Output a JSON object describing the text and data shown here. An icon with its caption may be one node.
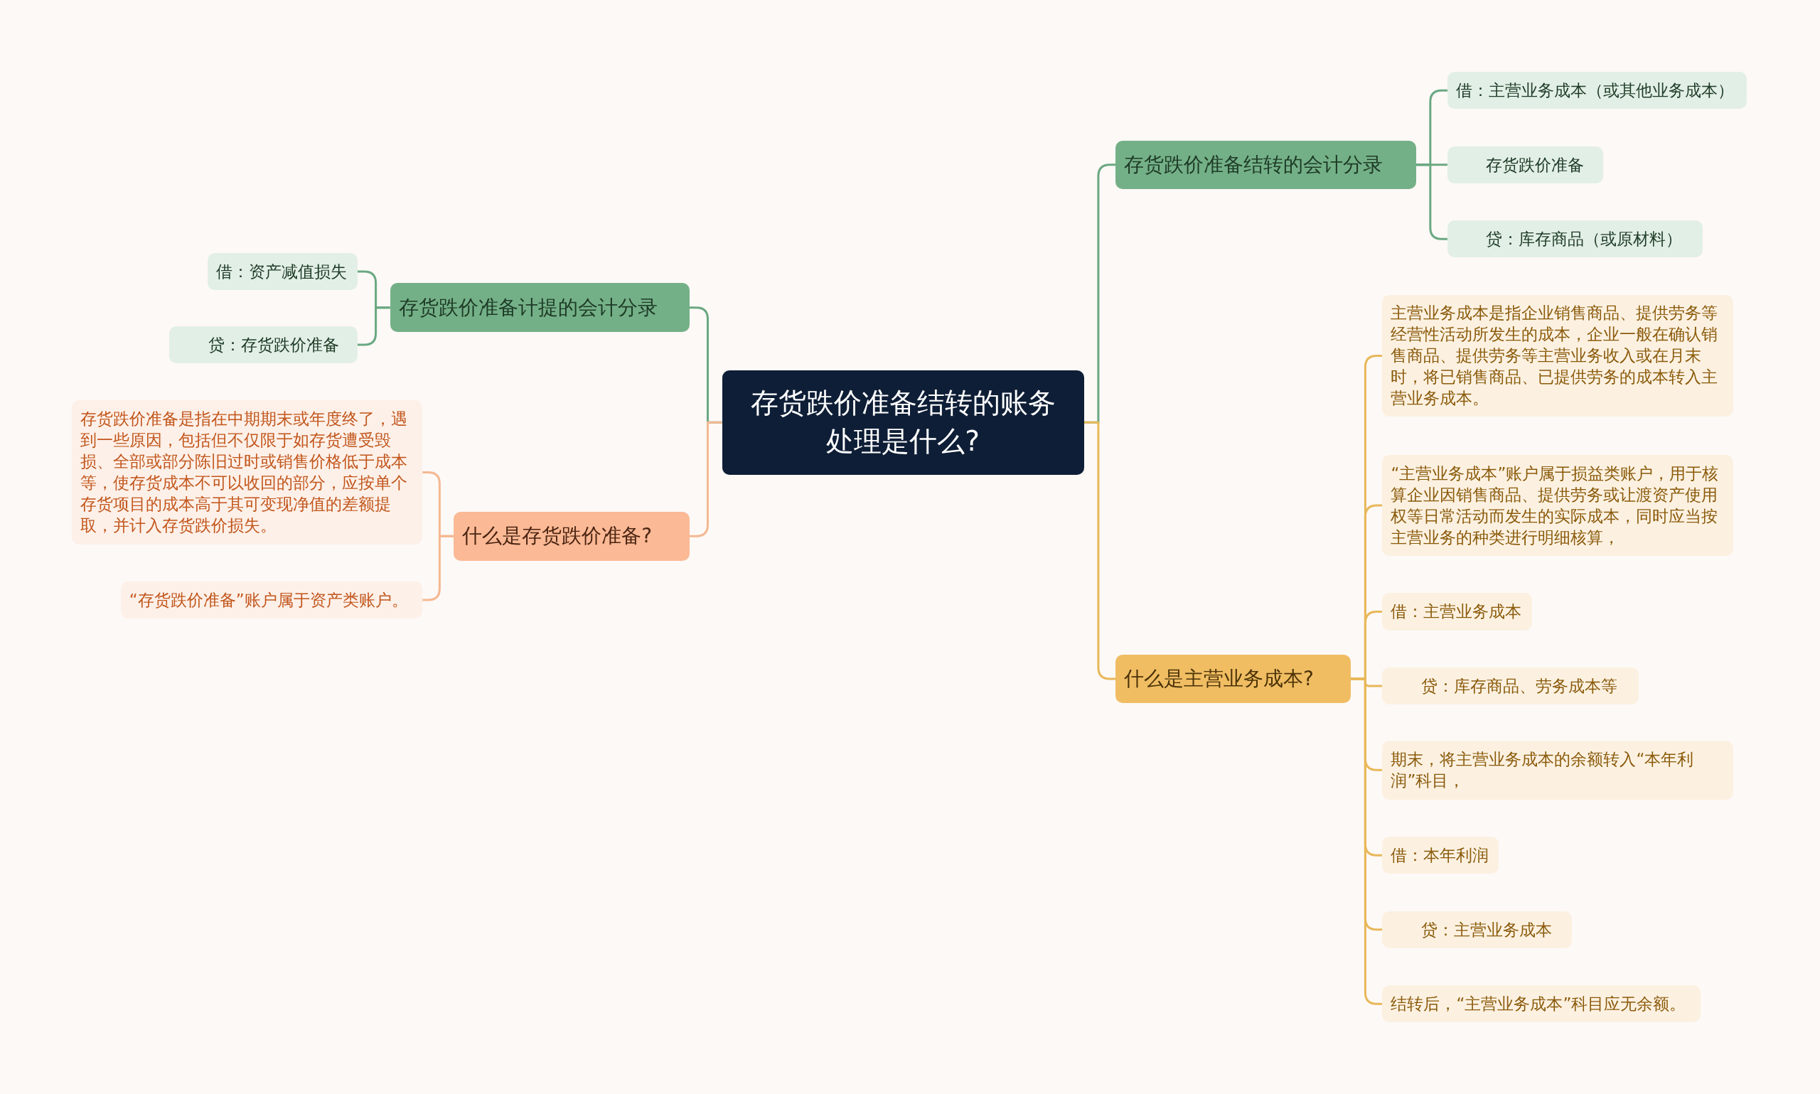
{
  "diagram": {
    "nodes": [
      {
        "text": [
          "存货跌价准备结转的账务处理是什么?"
        ]
      },
      {
        "text": [
          "存货跌价准备结转的会计分录"
        ]
      },
      {
        "text": [
          "借：主营业务成本（或其他业务成本）"
        ]
      },
      {
        "text": [
          "存货跌价准备"
        ]
      },
      {
        "text": [
          "贷：库存商品（或原材料）"
        ]
      },
      {
        "text": [
          "存货跌价准备计提的会计分录"
        ]
      },
      {
        "text": [
          "借：资产减值损失"
        ]
      },
      {
        "text": [
          "贷：存货跌价准备"
        ]
      },
      {
        "text": [
          "什么是存货跌价准备?"
        ]
      },
      {
        "text": [
          "存货跌价准备是指在中期期末或年度终了，遇到一些原因，包括但不仅限于如存货遭受毁损、全部或部分陈旧过时或销售价格低于成本等，使存货成本不可以收回的部分，应按单个存货项目的成本高于其可变现净值的差额提取，并计入存货跌价损失。"
        ]
      },
      {
        "text": [
          "“存货跌价准备”账户属于资产类账户。"
        ]
      },
      {
        "text": [
          "什么是主营业务成本?"
        ]
      },
      {
        "text": [
          "主营业务成本是指企业销售商品、提供劳务等经营性活动所发生的成本，企业一般在确认销售商品、提供劳务等主营业务收入或在月末时，将已销售商品、已提供劳务的成本转入主营业务成本。"
        ]
      },
      {
        "text": [
          "“主营业务成本”账户属于损益类账户，用于核算企业因销售商品、提供劳务或让渡资产使用权等日常活动而发生的实际成本，同时应当按主营业务的种类进行明细核算，"
        ]
      },
      {
        "text": [
          "借：主营业务成本"
        ]
      },
      {
        "text": [
          "贷：库存商品、劳务成本等"
        ]
      },
      {
        "text": [
          "期末，将主营业务成本的余额转入“本年利润”科目，"
        ]
      },
      {
        "text": [
          "借：本年利润"
        ]
      },
      {
        "text": [
          "贷：主营业务成本"
        ]
      },
      {
        "text": [
          "结转后，“主营业务成本”科目应无余额。"
        ]
      }
    ],
    "edges": [
      {
        "from": 0,
        "to": 1,
        "arrow": "none",
        "color": "#6aa882"
      },
      {
        "from": 1,
        "to": 2,
        "arrow": "none",
        "color": "#6aa882"
      },
      {
        "from": 1,
        "to": 3,
        "arrow": "none",
        "color": "#6aa882"
      },
      {
        "from": 1,
        "to": 4,
        "arrow": "none",
        "color": "#6aa882"
      },
      {
        "from": 0,
        "to": 5,
        "arrow": "none",
        "color": "#6aa882"
      },
      {
        "from": 5,
        "to": 6,
        "arrow": "none",
        "color": "#6aa882"
      },
      {
        "from": 5,
        "to": 7,
        "arrow": "none",
        "color": "#6aa882"
      },
      {
        "from": 0,
        "to": 8,
        "arrow": "none",
        "color": "#f5b891"
      },
      {
        "from": 8,
        "to": 9,
        "arrow": "none",
        "color": "#f5b891"
      },
      {
        "from": 8,
        "to": 10,
        "arrow": "none",
        "color": "#f5b891"
      },
      {
        "from": 0,
        "to": 11,
        "arrow": "none"
      },
      {
        "from": 11,
        "to": 12,
        "arrow": "none"
      },
      {
        "from": 11,
        "to": 13,
        "arrow": "none"
      },
      {
        "from": 11,
        "to": 14,
        "arrow": "none"
      },
      {
        "from": 11,
        "to": 15,
        "arrow": "none"
      },
      {
        "from": 11,
        "to": 16,
        "arrow": "none"
      },
      {
        "from": 11,
        "to": 17,
        "arrow": "none"
      },
      {
        "from": 11,
        "to": 18,
        "arrow": "none"
      },
      {
        "from": 11,
        "to": 19,
        "arrow": "none"
      }
    ]
  }
}
